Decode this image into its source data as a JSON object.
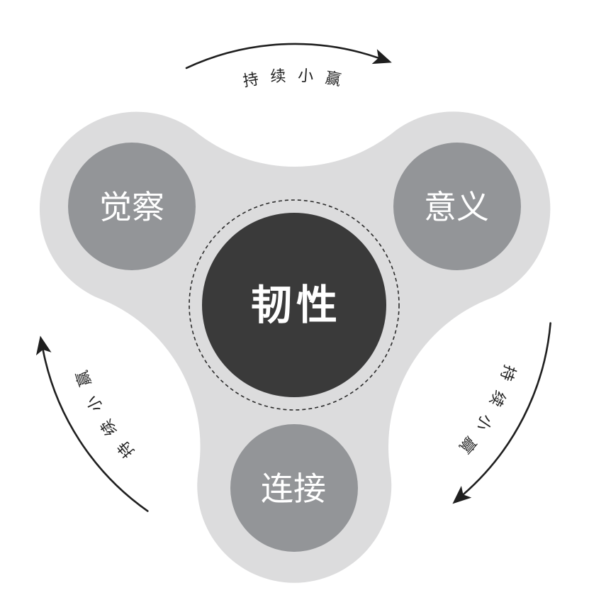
{
  "diagram": {
    "center": {
      "label": "韧性"
    },
    "nodes": [
      {
        "label": "觉察"
      },
      {
        "label": "意义"
      },
      {
        "label": "连接"
      }
    ],
    "arrows": [
      {
        "label": "持续小赢"
      },
      {
        "label": "持续小赢"
      },
      {
        "label": "持续小赢"
      }
    ]
  },
  "colors": {
    "background_shape": "#dcdcdd",
    "node": "#939598",
    "center": "#3a3a3a",
    "dashed_ring": "#2b2b2b",
    "arrow": "#1f1f1f",
    "arrow_label": "#222222",
    "label_light": "#ffffff"
  }
}
